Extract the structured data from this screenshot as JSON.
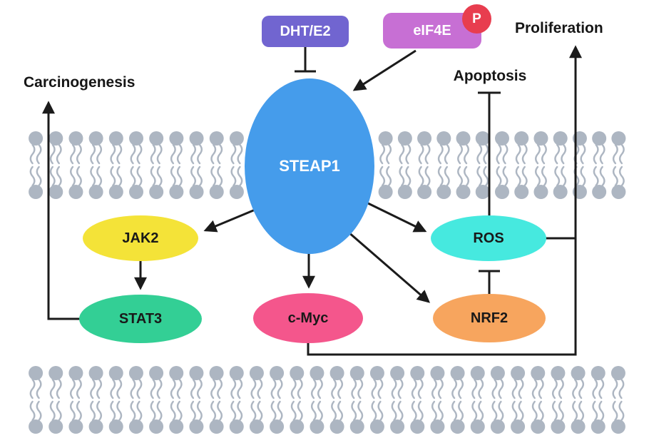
{
  "figure": {
    "type": "pathway-diagram"
  },
  "colors": {
    "arrow": "#1b1b1b",
    "membrane": "#adb6c2",
    "background": "#ffffff",
    "dht_e2_fill": "#7165d0",
    "eif4e_fill": "#c76fd4",
    "phospho_fill": "#e83d4f",
    "steap1_fill": "#459ceb",
    "jak2_fill": "#f4e338",
    "stat3_fill": "#33cf95",
    "cmyc_fill": "#f4568c",
    "ros_fill": "#46e9df",
    "nrf2_fill": "#f7a55e"
  },
  "nodes": {
    "dht_e2": {
      "label": "DHT/E2"
    },
    "eif4e": {
      "label": "eIF4E"
    },
    "phospho_badge": {
      "label": "P"
    },
    "steap1": {
      "label": "STEAP1"
    },
    "jak2": {
      "label": "JAK2"
    },
    "stat3": {
      "label": "STAT3"
    },
    "cmyc": {
      "label": "c-Myc"
    },
    "ros": {
      "label": "ROS"
    },
    "nrf2": {
      "label": "NRF2"
    }
  },
  "labels": {
    "carcinogenesis": "Carcinogenesis",
    "apoptosis": "Apoptosis",
    "proliferation": "Proliferation"
  },
  "edges": [
    {
      "from": "DHT/E2",
      "to": "STEAP1",
      "type": "inhibition"
    },
    {
      "from": "eIF4E",
      "to": "STEAP1",
      "type": "activation"
    },
    {
      "from": "STEAP1",
      "to": "JAK2",
      "type": "activation"
    },
    {
      "from": "JAK2",
      "to": "STAT3",
      "type": "activation"
    },
    {
      "from": "STAT3",
      "to": "Carcinogenesis",
      "type": "activation"
    },
    {
      "from": "STEAP1",
      "to": "c-Myc",
      "type": "activation"
    },
    {
      "from": "c-Myc",
      "to": "Proliferation",
      "type": "activation"
    },
    {
      "from": "STEAP1",
      "to": "ROS",
      "type": "activation"
    },
    {
      "from": "STEAP1",
      "to": "NRF2",
      "type": "activation"
    },
    {
      "from": "NRF2",
      "to": "ROS",
      "type": "inhibition"
    },
    {
      "from": "ROS",
      "to": "Apoptosis",
      "type": "inhibition"
    },
    {
      "from": "ROS",
      "to": "Proliferation",
      "type": "activation"
    }
  ],
  "membrane": {
    "segments": [
      {
        "name": "top-left",
        "lipid_count": 11
      },
      {
        "name": "top-right",
        "lipid_count": 13
      },
      {
        "name": "bottom",
        "lipid_count": 30
      }
    ]
  }
}
